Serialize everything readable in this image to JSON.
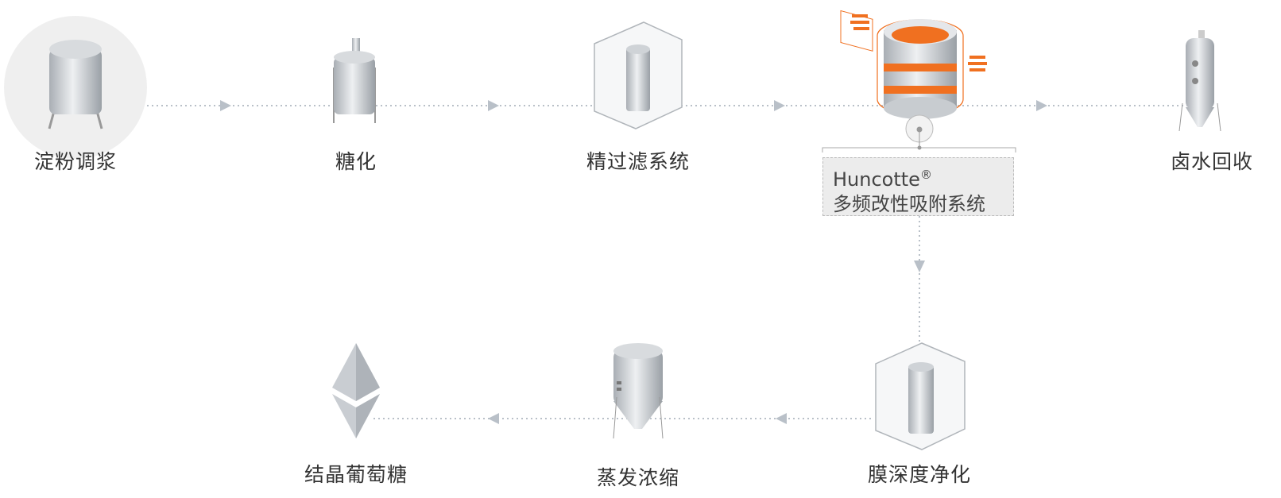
{
  "colors": {
    "accent": "#f07020",
    "line": "#b9c0c8",
    "node": "#d9dce0"
  },
  "nodes": {
    "starch_slurry": {
      "label": "淀粉调浆",
      "icon": "tank-icon"
    },
    "saccharification": {
      "label": "糖化",
      "icon": "reactor-icon"
    },
    "fine_filtration": {
      "label": "精过滤系统",
      "icon": "filter-icon"
    },
    "adsorption": {
      "label_brand": "Huncotte",
      "label_mark": "®",
      "label": "多频改性吸附系统",
      "icon": "adsorption-column-icon"
    },
    "brine_recovery": {
      "label": "卤水回收",
      "icon": "silo-icon"
    },
    "membrane": {
      "label": "膜深度净化",
      "icon": "membrane-icon"
    },
    "evaporation": {
      "label": "蒸发浓缩",
      "icon": "evaporator-icon"
    },
    "crystal_glucose": {
      "label": "结晶葡萄糖",
      "icon": "crystal-icon"
    }
  }
}
